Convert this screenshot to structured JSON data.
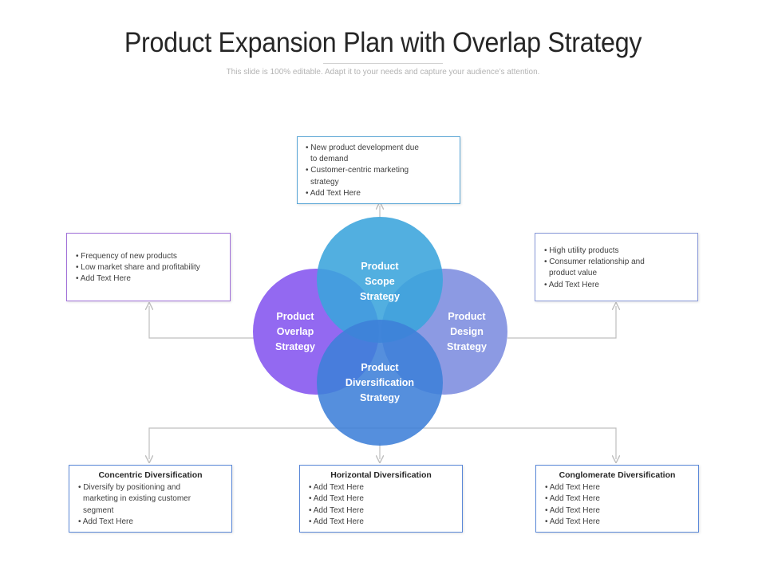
{
  "title": "Product Expansion Plan with Overlap Strategy",
  "subtitle": "This slide is 100% editable. Adapt it to your needs and capture your audience’s attention.",
  "circles": {
    "scope": {
      "label": "Product Scope Strategy",
      "lines": [
        "Product",
        "Scope",
        "Strategy"
      ],
      "color": "#3aa4dc"
    },
    "overlap": {
      "label": "Product Overlap Strategy",
      "lines": [
        "Product",
        "Overlap",
        "Strategy"
      ],
      "color": "#8a5cf0"
    },
    "design": {
      "label": "Product Design Strategy",
      "lines": [
        "Product",
        "Design",
        "Strategy"
      ],
      "color": "#7f8fe0"
    },
    "diversification": {
      "label": "Product Diversification Strategy",
      "lines": [
        "Product",
        "Diversification",
        "Strategy"
      ],
      "color": "#3e7fd8"
    }
  },
  "boxes": {
    "top": {
      "border": "#5aa6d6",
      "items": [
        "New product development due to demand",
        "Customer-centric marketing strategy",
        "Add Text Here"
      ]
    },
    "left": {
      "border": "#a070d8",
      "items": [
        "Frequency of new products",
        "Low market share and profitability",
        "Add Text Here"
      ]
    },
    "right": {
      "border": "#8898d8",
      "items": [
        "High utility products",
        "Consumer relationship and product value",
        "Add Text Here"
      ]
    },
    "bottom_left": {
      "border": "#5a88d8",
      "heading": "Concentric Diversification",
      "items": [
        "Diversify by positioning and marketing in existing customer segment",
        "Add Text Here"
      ]
    },
    "bottom_center": {
      "border": "#5a88d8",
      "heading": "Horizontal Diversification",
      "items": [
        "Add Text Here",
        "Add Text Here",
        "Add Text Here",
        "Add Text Here"
      ]
    },
    "bottom_right": {
      "border": "#5a88d8",
      "heading": "Conglomerate Diversification",
      "items": [
        "Add Text Here",
        "Add Text Here",
        "Add Text Here",
        "Add Text Here"
      ]
    }
  },
  "connector_color": "#bfbfbf"
}
